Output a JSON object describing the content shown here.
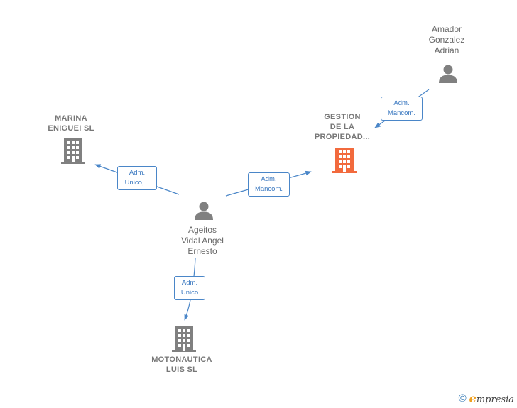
{
  "nodes": {
    "amador": {
      "name": "Amador\nGonzalez\nAdrian"
    },
    "gestion": {
      "name": "GESTION\nDE LA\nPROPIEDAD..."
    },
    "marina": {
      "name": "MARINA\nENIGUEI SL"
    },
    "ageitos": {
      "name": "Ageitos\nVidal Angel\nErnesto"
    },
    "motonautica": {
      "name": "MOTONAUTICA\nLUIS SL"
    }
  },
  "edges": {
    "amador_gestion": {
      "label": "Adm.\nMancom."
    },
    "ageitos_gestion": {
      "label": "Adm.\nMancom."
    },
    "ageitos_marina": {
      "label": "Adm.\nUnico,..."
    },
    "ageitos_motonautica": {
      "label": "Adm.\nUnico"
    }
  },
  "colors": {
    "highlight_company": "#f26a3d",
    "company": "#808080",
    "person": "#808080",
    "edge": "#4a86c8"
  },
  "footer": {
    "copyright": "©",
    "brand_initial": "e",
    "brand_rest": "mpresia"
  }
}
